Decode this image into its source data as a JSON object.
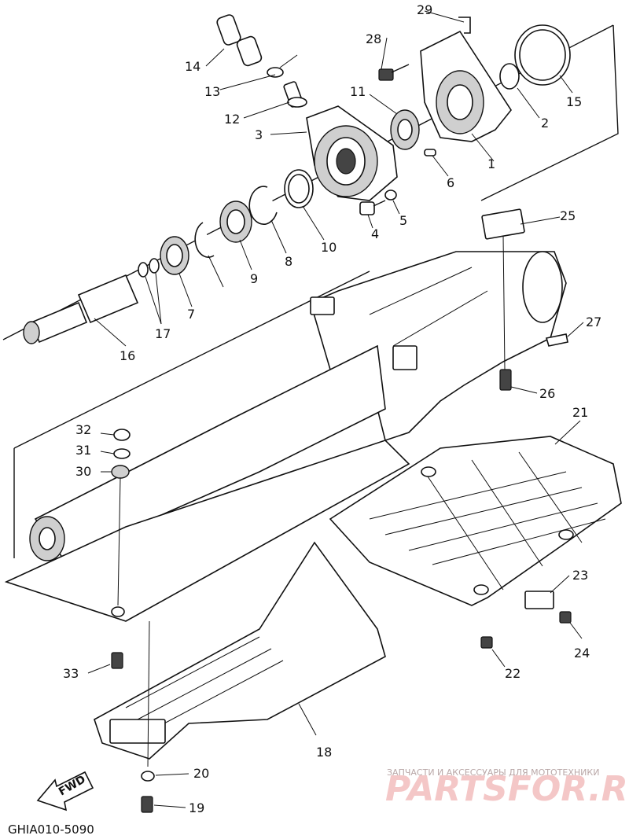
{
  "diagram": {
    "code": "GHIA010-5090",
    "fwd_label": "FWD",
    "watermark_top": "ЗАПЧАСТИ И АКСЕССУАРЫ ДЛЯ МОТОТЕХНИКИ",
    "watermark_logo": "PARTSFOR.RU",
    "callouts": [
      "29",
      "28",
      "14",
      "13",
      "11",
      "15",
      "2",
      "12",
      "3",
      "1",
      "6",
      "5",
      "4",
      "10",
      "8",
      "9",
      "7",
      "17",
      "16",
      "25",
      "27",
      "26",
      "21",
      "32",
      "31",
      "30",
      "23",
      "24",
      "22",
      "33",
      "18",
      "20",
      "19"
    ]
  }
}
